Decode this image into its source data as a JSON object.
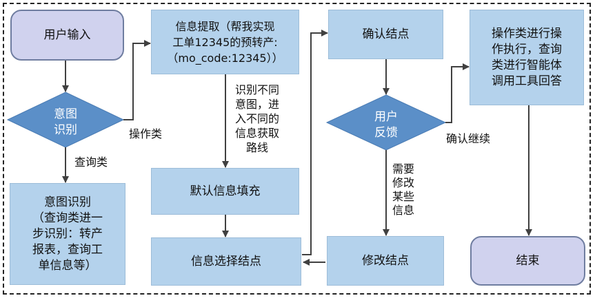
{
  "nodes": {
    "user_input": "用户输入",
    "info_extract": "信息提取（帮我实现\n工单12345的预转产:\n（mo_code:12345））",
    "confirm_node": "确认结点",
    "op_exec": "操作类进行操\n作执行，查询\n类进行智能体\n调用工具回答",
    "intent_decision": [
      "意图",
      "识别"
    ],
    "feedback_decision": [
      "用户",
      "反馈"
    ],
    "intent_recognition": "意图识别\n（查询类进一\n步识别：转产\n报表，查询工\n单信息等）",
    "default_fill": "默认信息填充",
    "info_select": "信息选择结点",
    "modify_node": "修改结点",
    "end_node": "结束"
  },
  "edge_labels": {
    "op_type": "操作类",
    "query_type": "查询类",
    "route_note": "识别不同\n意图，进\n入不同的\n信息获取\n路线",
    "confirm_continue": "确认继续",
    "need_modify": "需要\n修改\n某些\n信息"
  },
  "colors": {
    "box_fill": "#b4d2ec",
    "diamond_fill": "#5b8fc8",
    "terminal_fill": "#d0d2ee",
    "arrow": "#404040"
  }
}
